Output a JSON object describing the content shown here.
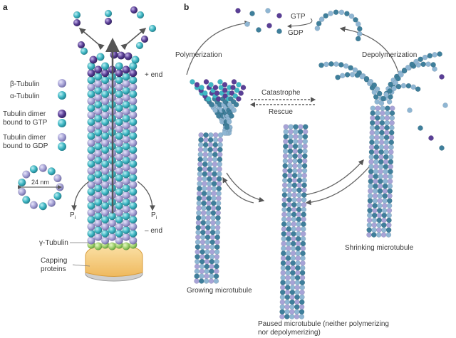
{
  "panel_a": {
    "letter": "a",
    "legend": {
      "beta": "β-Tubulin",
      "alpha": "α-Tubulin",
      "gtp_line1": "Tubulin dimer",
      "gtp_line2": "bound to GTP",
      "gdp_line1": "Tubulin dimer",
      "gdp_line2": "bound to GDP"
    },
    "plus_end": "+ end",
    "minus_end": "– end",
    "ring_label": "24 nm",
    "pi_left": "P",
    "pi_right": "P",
    "pi_sub": "i",
    "gamma": "γ-Tubulin",
    "capping_line1": "Capping",
    "capping_line2": "proteins"
  },
  "panel_b": {
    "letter": "b",
    "gtp": "GTP",
    "gdp": "GDP",
    "polymerization": "Polymerization",
    "depolymerization": "Depolymerization",
    "catastrophe": "Catastrophe",
    "rescue": "Rescue",
    "growing": "Growing microtubule",
    "shrinking": "Shrinking microtubule",
    "paused_line1": "Paused microtubule (neither polymerizing",
    "paused_line2": "nor depolymerizing)"
  },
  "colors": {
    "alpha": "#3fb7c4",
    "beta": "#a7a3d6",
    "gtp_beta": "#5a3f96",
    "cap": "#f4cd83",
    "gamma": "#9ccf6a",
    "lattice_dark": "#3f7f9b",
    "lattice_light": "#8fb6d3"
  }
}
